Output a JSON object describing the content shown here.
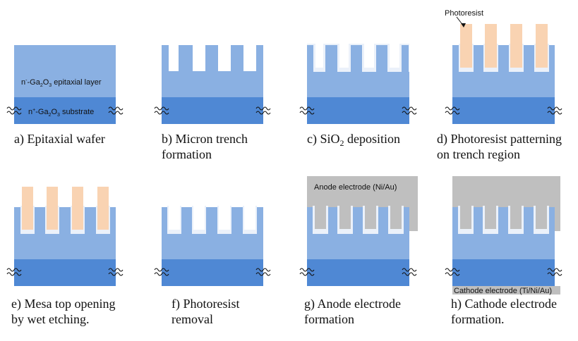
{
  "colors": {
    "epi": "#8ab0e2",
    "substrate": "#4f88d4",
    "sio2": "#ebf1fa",
    "photoresist": "#f9d3b2",
    "metal": "#bfbfbf"
  },
  "layer_labels": {
    "epi_pre": "n",
    "epi_sup": "-",
    "epi_mid": "-Ga",
    "epi_sub1": "2",
    "epi_mid2": "O",
    "epi_sub2": "3",
    "epi_post": " epitaxial layer",
    "sub_pre": "n",
    "sub_sup": "+",
    "sub_mid": "-Ga",
    "sub_sub1": "2",
    "sub_mid2": "O",
    "sub_sub2": "3",
    "sub_post": " substrate",
    "photoresist": "Photoresist",
    "anode": "Anode electrode (Ni/Au)",
    "cathode": "Cathode electrode (Ti/Ni/Au)"
  },
  "captions": {
    "a": {
      "line1": "a) Epitaxial wafer"
    },
    "b": {
      "line1": "b) Micron trench",
      "line2": "formation"
    },
    "c": {
      "line1_pre": "c) SiO",
      "line1_sub": "2",
      "line1_post": " deposition"
    },
    "d": {
      "line1": "d) Photoresist patterning",
      "line2": "on trench region"
    },
    "e": {
      "line1": "e) Mesa top opening",
      "line2": "by wet etching."
    },
    "f": {
      "line1": "f) Photoresist",
      "line2": "removal"
    },
    "g": {
      "line1": "g) Anode electrode",
      "line2": "formation"
    },
    "h": {
      "line1": "h) Cathode electrode",
      "line2": "formation."
    }
  }
}
